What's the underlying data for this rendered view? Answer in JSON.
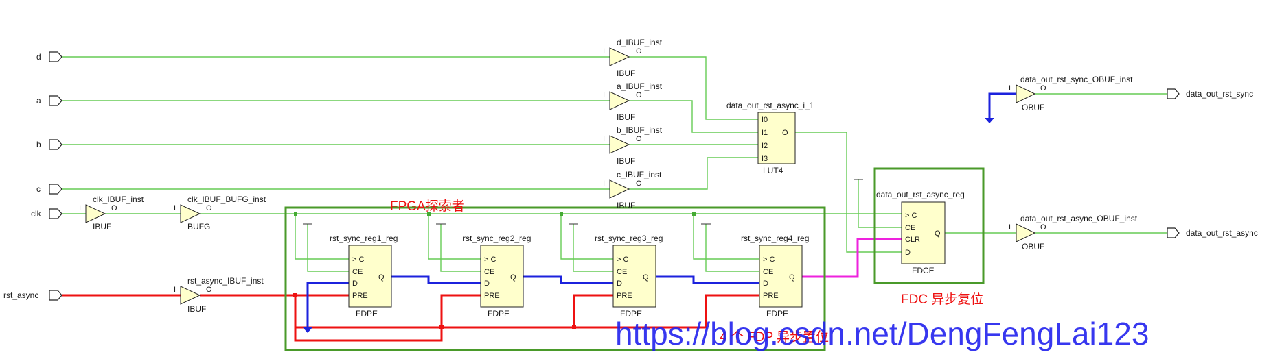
{
  "ports": {
    "in": {
      "d": "d",
      "a": "a",
      "b": "b",
      "c": "c",
      "clk": "clk",
      "rst_async": "rst_async"
    },
    "out": {
      "sync": "data_out_rst_sync",
      "async": "data_out_rst_async"
    }
  },
  "buffers": {
    "d": {
      "inst": "d_IBUF_inst",
      "type": "IBUF"
    },
    "a": {
      "inst": "a_IBUF_inst",
      "type": "IBUF"
    },
    "b": {
      "inst": "b_IBUF_inst",
      "type": "IBUF"
    },
    "c": {
      "inst": "c_IBUF_inst",
      "type": "IBUF"
    },
    "clk": {
      "inst": "clk_IBUF_inst",
      "type": "IBUF"
    },
    "bufg": {
      "inst": "clk_IBUF_BUFG_inst",
      "type": "BUFG"
    },
    "rst": {
      "inst": "rst_async_IBUF_inst",
      "type": "IBUF"
    },
    "obuf_sync": {
      "inst": "data_out_rst_sync_OBUF_inst",
      "type": "OBUF"
    },
    "obuf_async": {
      "inst": "data_out_rst_async_OBUF_inst",
      "type": "OBUF"
    }
  },
  "pins": {
    "i": "I",
    "o": "O",
    "c": "C",
    "ce": "CE",
    "d": "D",
    "pre": "PRE",
    "q": "Q",
    "clr": "CLR",
    "i0": "I0",
    "i1": "I1",
    "i2": "I2",
    "i3": "I3"
  },
  "lut": {
    "inst": "data_out_rst_async_i_1",
    "type": "LUT4"
  },
  "regs": [
    {
      "inst": "rst_sync_reg1_reg",
      "type": "FDPE"
    },
    {
      "inst": "rst_sync_reg2_reg",
      "type": "FDPE"
    },
    {
      "inst": "rst_sync_reg3_reg",
      "type": "FDPE"
    },
    {
      "inst": "rst_sync_reg4_reg",
      "type": "FDPE"
    }
  ],
  "fdce": {
    "inst": "data_out_rst_async_reg",
    "type": "FDCE"
  },
  "annotations": {
    "fpga": "FPGA探索者",
    "fdc": "FDC 异步复位",
    "fdp": "4 个 FDP  异步置位",
    "watermark": "https://blog.csdn.net/DengFengLai123"
  },
  "colors": {
    "net": "#66cc55",
    "reset": "#ee1111",
    "data": "#1c22dd",
    "out": "#ee22dd",
    "hier": "#4a9a2a",
    "cell": "#ffffcc"
  }
}
